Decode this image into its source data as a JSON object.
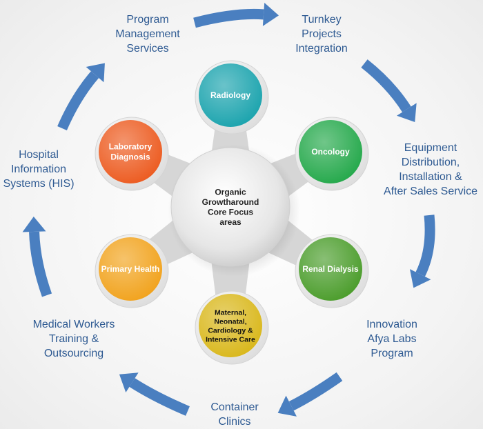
{
  "center": {
    "lines": [
      "Organic",
      "Growtharound",
      "Core Focus",
      "areas"
    ]
  },
  "focus_areas": [
    {
      "lines": [
        "Radiology"
      ],
      "color": "#1aa3ad"
    },
    {
      "lines": [
        "Oncology"
      ],
      "color": "#23a84a"
    },
    {
      "lines": [
        "Renal Dialysis"
      ],
      "color": "#4a9c2a"
    },
    {
      "lines": [
        "Maternal,",
        "Neonatal,",
        "Cardiology &",
        "Intensive Care"
      ],
      "color": "#d9b71a"
    },
    {
      "lines": [
        "Primary Health"
      ],
      "color": "#f1a21c"
    },
    {
      "lines": [
        "Laboratory",
        "Diagnosis"
      ],
      "color": "#ec5a1f"
    }
  ],
  "services": [
    {
      "lines": [
        "Program",
        "Management",
        "Services"
      ]
    },
    {
      "lines": [
        "Turnkey",
        "Projects",
        "Integration"
      ]
    },
    {
      "lines": [
        "Equipment",
        "Distribution,",
        "Installation &",
        "After Sales Service"
      ]
    },
    {
      "lines": [
        "Innovation",
        "Afya Labs",
        "Program"
      ]
    },
    {
      "lines": [
        "Container",
        "Clinics"
      ]
    },
    {
      "lines": [
        "Medical Workers",
        "Training &",
        "Outsourcing"
      ]
    },
    {
      "lines": [
        "Hospital",
        "Information",
        "Systems (HIS)"
      ]
    }
  ],
  "colors": {
    "arrow": "#4a7fc0",
    "label_text": "#2e5a92",
    "hub": "#e0e0e0",
    "connector": "#d6d6d6"
  }
}
